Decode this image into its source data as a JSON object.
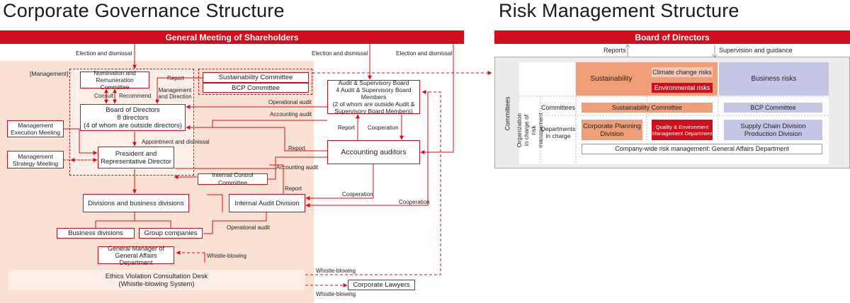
{
  "left": {
    "title": "Corporate Governance Structure",
    "gms": "General Meeting of Shareholders",
    "election1": "Election and dismissal",
    "election2": "Election and dismissal",
    "election3": "Election and dismissal",
    "management_label": "[Management]",
    "nomination": "Nomination and Remuneration Committee",
    "report_top": "Report",
    "sustainability_committee": "Sustainability Committee",
    "bcp_committee": "BCP Committee",
    "consult": "Consult",
    "recommend": "Recommend",
    "mgmt_direction": "Management and Direction",
    "board_line1": "Board of Directors",
    "board_line2": "8 directors",
    "board_line3": "(4 of whom are outside directors)",
    "audit_board_line1": "Audit & Supervisory Board",
    "audit_board_line2": "4 Audit & Supervisory Board Members",
    "audit_board_line3": "(2 of whom are outside Audit &",
    "audit_board_line4": "Supervisory Board Members)",
    "operational_audit1": "Operational audit",
    "accounting_audit1": "Accounting audit",
    "mgmt_exec": "Management Execution Meeting",
    "mgmt_strategy": "Management Strategy Meeting",
    "appointment": "Appointment and dismissal",
    "president": "President and Representative Director",
    "report_aa": "Report",
    "cooperation_top": "Cooperation",
    "report_mid": "Report",
    "accounting_auditors": "Accounting auditors",
    "accounting_audit2": "Accounting audit",
    "internal_control": "Internal Control Committee",
    "report_low": "Report",
    "divisions": "Divisions and business divisions",
    "internal_audit": "Internal Audit Division",
    "cooperation_a": "Cooperation",
    "cooperation_b": "Cooperation",
    "business_divisions": "Business divisions",
    "group_companies": "Group companies",
    "operational_audit2": "Operational audit",
    "gm_line1": "General Manager of",
    "gm_line2": "General Affairs Department",
    "whistle1": "Whistle-blowing",
    "whistle2": "Whistle-blowing",
    "whistle3": "Whistle-blowing",
    "ethics_line1": "Ethics Violation Consultation Desk",
    "ethics_line2": "(Whistle-blowing System)",
    "corporate_lawyers": "Corporate Lawyers"
  },
  "right": {
    "title": "Risk Management Structure",
    "board": "Board of Directors",
    "reports": "Reports",
    "supervision": "Supervision and guidance",
    "committees_vertical": "Committees",
    "org_vertical": "Organization in charge of risk management",
    "sustainability": "Sustainability",
    "climate": "Climate change risks",
    "environmental": "Environmental risks",
    "business_risks": "Business risks",
    "committees_row": "Committees",
    "sust_committee": "Sustainability Committee",
    "bcp_committee": "BCP Committee",
    "departments_line1": "Departments",
    "departments_line2": "in charge",
    "corp_planning_line1": "Corporate Planning",
    "corp_planning_line2": "Division",
    "quality_line1": "Quality & Environment",
    "quality_line2": "Management Department",
    "supply_line1": "Supply Chain Division",
    "supply_line2": "Production Division",
    "companywide": "Company-wide risk management: General Affairs Department"
  },
  "colors": {
    "red": "#d10f1c",
    "bg_panel": "#fbe0d4",
    "bg_inner": "#fdeee7",
    "orange": "#ef9e78",
    "pink": "#f5c9b4",
    "lavender": "#c5c6e6",
    "gray_panel": "#ebebeb"
  }
}
